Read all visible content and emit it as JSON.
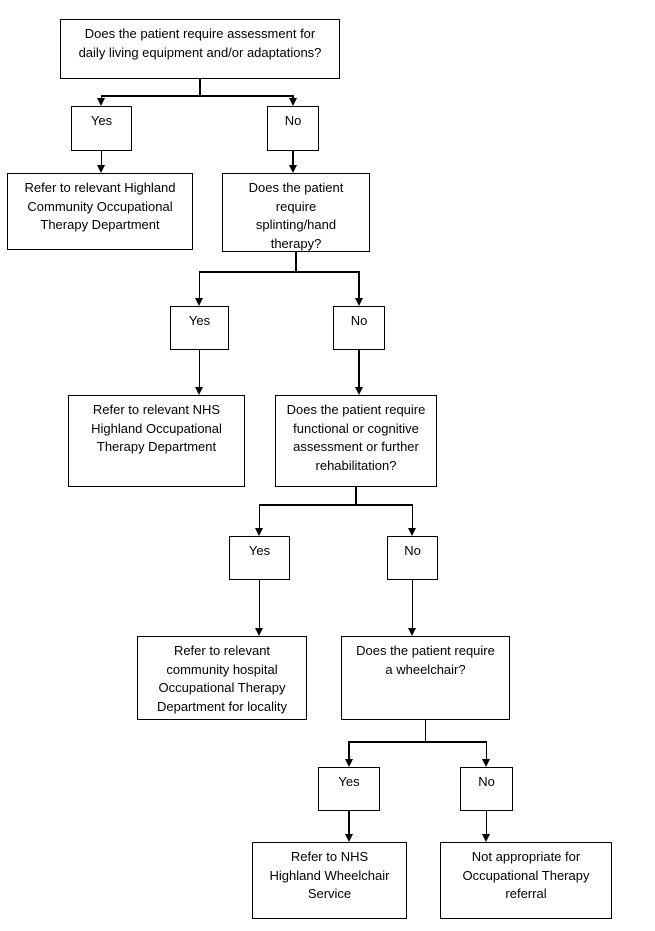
{
  "flowchart": {
    "background_color": "#ffffff",
    "line_color": "#000000",
    "text_color": "#000000",
    "nodes": {
      "q1": "Does the patient require assessment for\ndaily living equipment and/or adaptations?",
      "yes1": "Yes",
      "no1": "No",
      "r1": "Refer to relevant Highland\nCommunity Occupational\nTherapy Department",
      "q2": "Does the patient\nrequire\nsplinting/hand\ntherapy?",
      "yes2": "Yes",
      "no2": "No",
      "r2": "Refer to relevant NHS\nHighland Occupational\nTherapy Department",
      "q3": "Does the patient require\nfunctional or cognitive\nassessment or further\nrehabilitation?",
      "yes3": "Yes",
      "no3": "No",
      "r3": "Refer to relevant\ncommunity hospital\nOccupational Therapy\nDepartment for locality",
      "q4": "Does the patient require\na wheelchair?",
      "yes4": "Yes",
      "no4": "No",
      "r4": "Refer to NHS\nHighland Wheelchair\nService",
      "r5": "Not appropriate for\nOccupational Therapy\nreferral"
    },
    "edges": [
      {
        "from": "q1",
        "to": "yes1"
      },
      {
        "from": "q1",
        "to": "no1"
      },
      {
        "from": "yes1",
        "to": "r1"
      },
      {
        "from": "no1",
        "to": "q2"
      },
      {
        "from": "q2",
        "to": "yes2"
      },
      {
        "from": "q2",
        "to": "no2"
      },
      {
        "from": "yes2",
        "to": "r2"
      },
      {
        "from": "no2",
        "to": "q3"
      },
      {
        "from": "q3",
        "to": "yes3"
      },
      {
        "from": "q3",
        "to": "no3"
      },
      {
        "from": "yes3",
        "to": "r3"
      },
      {
        "from": "no3",
        "to": "q4"
      },
      {
        "from": "q4",
        "to": "yes4"
      },
      {
        "from": "q4",
        "to": "no4"
      },
      {
        "from": "yes4",
        "to": "r4"
      },
      {
        "from": "no4",
        "to": "r5"
      }
    ]
  }
}
